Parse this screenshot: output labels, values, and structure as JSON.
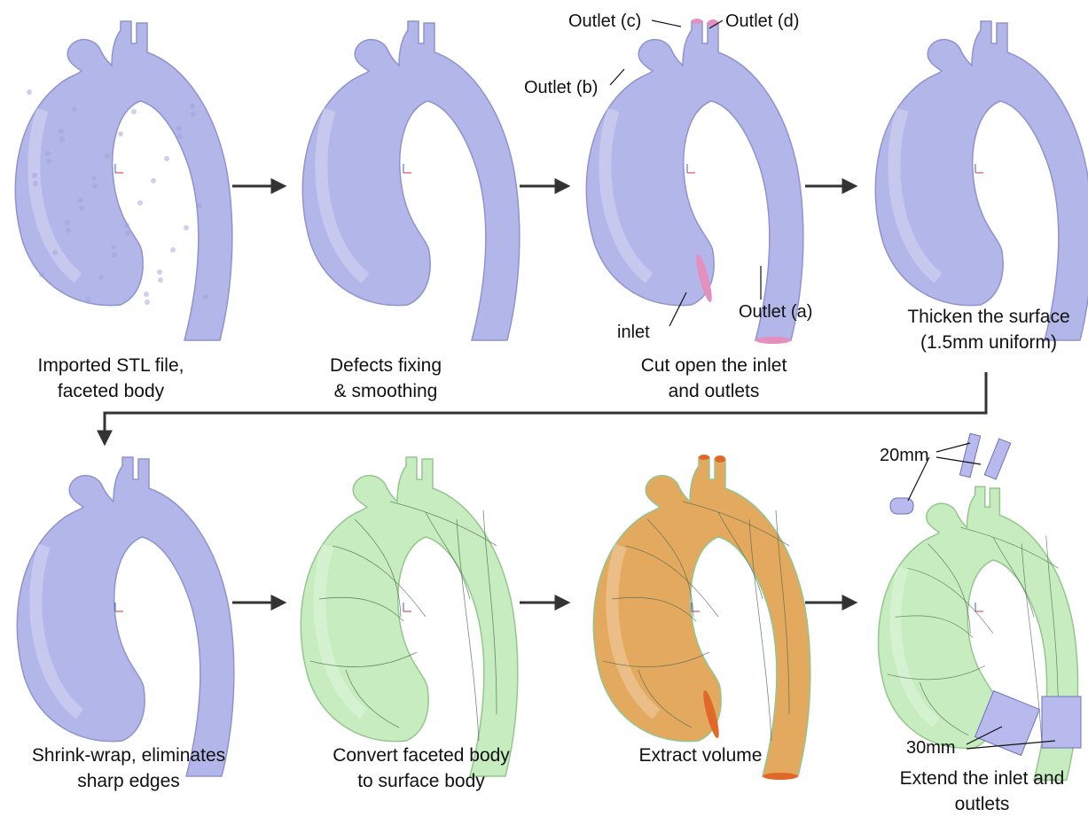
{
  "colors": {
    "faceted": "#b3b6e8",
    "faceted_edge": "#8f93cf",
    "surface": "#c6ecc0",
    "surface_edge": "#93c78c",
    "volume": "#e3a95e",
    "volume_edge": "#8fc88f",
    "opening": "#e48fbe",
    "opening_orange": "#e0692a",
    "extension": "#b8b9ec",
    "arrow": "#333333"
  },
  "steps": [
    {
      "caption_lines": [
        "Imported STL file,",
        "faceted body"
      ],
      "model": "rough-faceted"
    },
    {
      "caption_lines": [
        "Defects fixing",
        "& smoothing"
      ],
      "model": "smooth-faceted"
    },
    {
      "caption_lines": [
        "Cut open the inlet",
        "and outlets"
      ],
      "model": "cut-open"
    },
    {
      "caption_lines": [
        "Thicken the surface",
        "(1.5mm uniform)"
      ],
      "model": "thickened"
    },
    {
      "caption_lines": [
        "Shrink-wrap, eliminates",
        "sharp edges"
      ],
      "model": "shrink-wrapped"
    },
    {
      "caption_lines": [
        "Convert faceted body",
        "to surface body"
      ],
      "model": "surface-body"
    },
    {
      "caption_lines": [
        "Extract volume"
      ],
      "model": "extracted-volume"
    },
    {
      "caption_lines": [
        "Extend the inlet and",
        "outlets"
      ],
      "model": "extended"
    }
  ],
  "annotations": {
    "outlet_a": "Outlet (a)",
    "outlet_b": "Outlet (b)",
    "outlet_c": "Outlet (c)",
    "outlet_d": "Outlet (d)",
    "inlet": "inlet",
    "ext_outlets": "20mm",
    "ext_inlet": "30mm"
  }
}
